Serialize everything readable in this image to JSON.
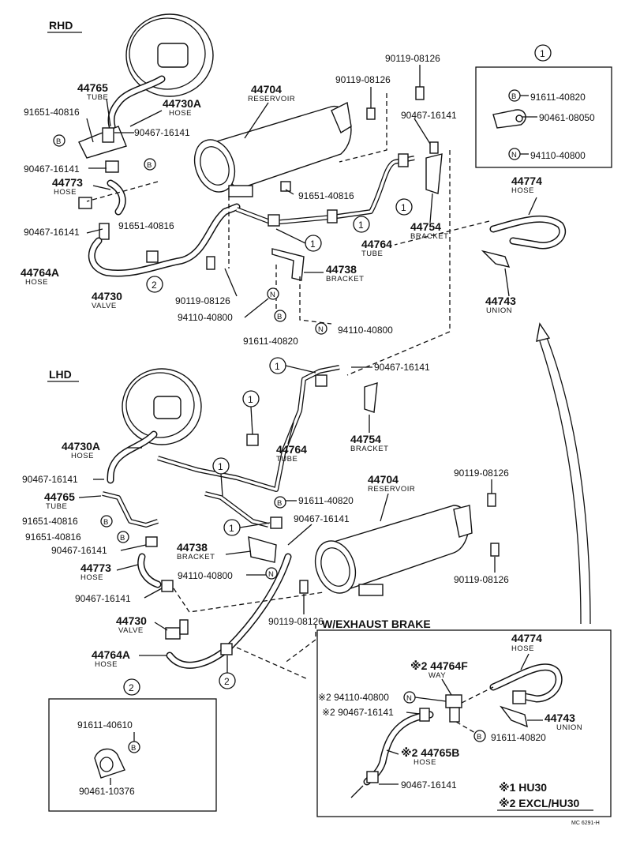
{
  "sections": {
    "rhd": "RHD",
    "lhd": "LHD",
    "exhaust_brake": "W/EXHAUST BRAKE"
  },
  "legend": {
    "note1": "※1 HU30",
    "note2": "※2 EXCL/HU30"
  },
  "symbols": {
    "b": "B",
    "n": "N",
    "one": "1",
    "two": "2"
  },
  "subs": {
    "tube": "TUBE",
    "hose": "HOSE",
    "reservoir": "RESERVOIR",
    "bracket": "BRACKET",
    "valve": "VALVE",
    "union": "UNION",
    "way": "WAY"
  },
  "parts": {
    "p44765": "44765",
    "p44730A": "44730A",
    "p44704": "44704",
    "p44773": "44773",
    "p44764A": "44764A",
    "p44730": "44730",
    "p44764": "44764",
    "p44754": "44754",
    "p44738": "44738",
    "p44774": "44774",
    "p44743": "44743",
    "p44764F": "※2 44764F",
    "p44765B": "※2 44765B",
    "n90119_08126": "90119-08126",
    "n91651_40816": "91651-40816",
    "n90467_16141": "90467-16141",
    "n91611_40820": "91611-40820",
    "n94110_40800": "94110-40800",
    "n90461_08050": "90461-08050",
    "n91611_40610": "91611-40610",
    "n90461_10376": "90461-10376",
    "x94110_40800": "※2 94110-40800",
    "x90467_16141": "※2 90467-16141"
  },
  "figure_code": "MC 6291-H"
}
